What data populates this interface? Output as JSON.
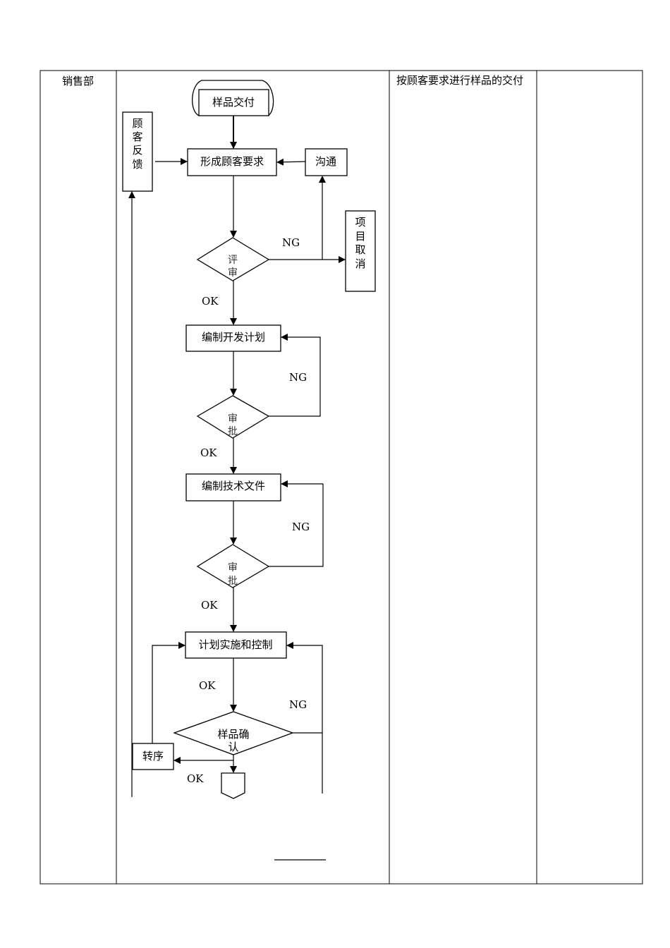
{
  "table": {
    "department": "销售部",
    "description": "按顾客要求进行样品的交付",
    "remarks": ""
  },
  "flowchart": {
    "start": "样品交付",
    "customer_feedback": "顾客反馈",
    "form_requirements": "形成顾客要求",
    "communicate": "沟通",
    "cancel_project": "项目取消",
    "review": "评审",
    "dev_plan": "编制开发计划",
    "approve1": "审批",
    "tech_docs": "编制技术文件",
    "approve2": "审批",
    "implement": "计划实施和控制",
    "sample_confirm": "样品确认",
    "transfer": "转序",
    "labels": {
      "ng": "NG",
      "ok": "OK"
    }
  }
}
